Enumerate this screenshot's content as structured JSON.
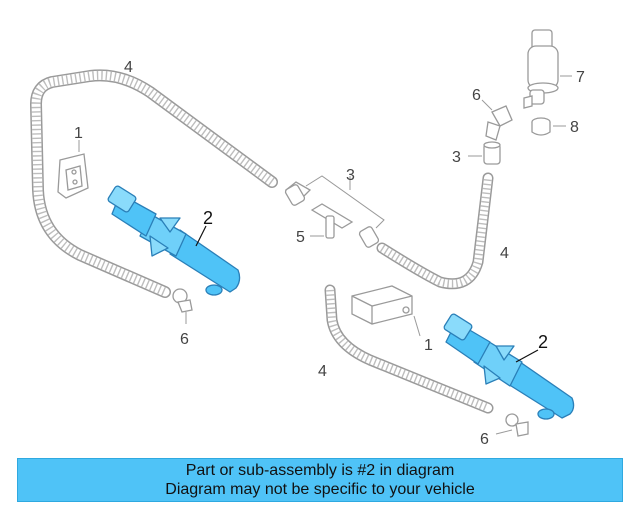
{
  "callouts": {
    "part_1": "1",
    "part_2": "2",
    "part_3": "3",
    "part_4": "4",
    "part_5": "5",
    "part_6": "6",
    "part_7": "7",
    "part_8": "8"
  },
  "banner": {
    "line1": "Part or sub-assembly is #2 in diagram",
    "line2": "Diagram may not be specific to your vehicle"
  },
  "colors": {
    "highlight": "#4fc3f7",
    "line": "#9a9a9a",
    "text": "#444444"
  }
}
